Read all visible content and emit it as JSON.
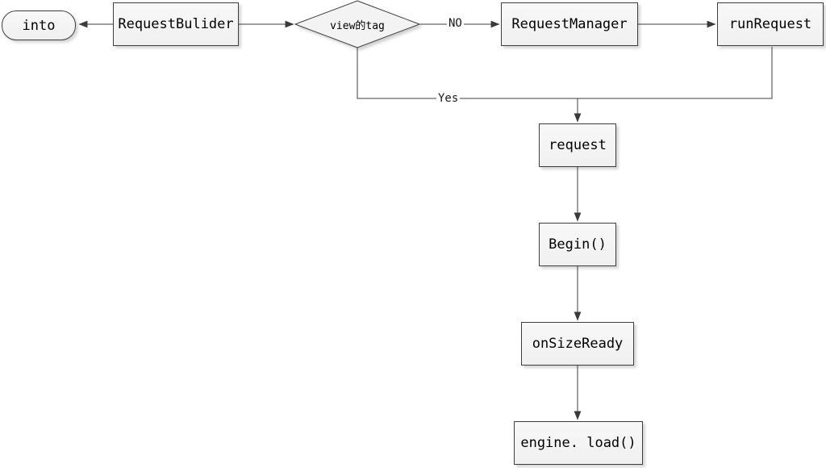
{
  "diagram": {
    "type": "flowchart",
    "background": "#ffffff",
    "colors": {
      "node_fill": "#f3f3f3",
      "node_border": "#3d3d3d",
      "line": "#3f3f3f",
      "text": "#000000"
    },
    "nodes": [
      {
        "id": "into",
        "type": "terminator",
        "label": "into"
      },
      {
        "id": "request-builder",
        "type": "process",
        "label": "RequestBulider"
      },
      {
        "id": "view-tag",
        "type": "decision",
        "label": "view的tag"
      },
      {
        "id": "request-manager",
        "type": "process",
        "label": "RequestManager"
      },
      {
        "id": "run-request",
        "type": "process",
        "label": "runRequest"
      },
      {
        "id": "request",
        "type": "process",
        "label": "request"
      },
      {
        "id": "begin",
        "type": "process",
        "label": "Begin()"
      },
      {
        "id": "on-size-ready",
        "type": "process",
        "label": "onSizeReady"
      },
      {
        "id": "engine-load",
        "type": "process",
        "label": "engine. load()"
      }
    ],
    "edges": [
      {
        "from": "request-builder",
        "to": "into",
        "label": ""
      },
      {
        "from": "request-builder",
        "to": "view-tag",
        "label": ""
      },
      {
        "from": "view-tag",
        "to": "request-manager",
        "label": "NO"
      },
      {
        "from": "request-manager",
        "to": "run-request",
        "label": ""
      },
      {
        "from": "view-tag",
        "to": "request",
        "label": "Yes"
      },
      {
        "from": "run-request",
        "to": "request",
        "label": ""
      },
      {
        "from": "request",
        "to": "begin",
        "label": ""
      },
      {
        "from": "begin",
        "to": "on-size-ready",
        "label": ""
      },
      {
        "from": "on-size-ready",
        "to": "engine-load",
        "label": ""
      }
    ],
    "edge_labels": {
      "no": "NO",
      "yes": "Yes"
    }
  }
}
